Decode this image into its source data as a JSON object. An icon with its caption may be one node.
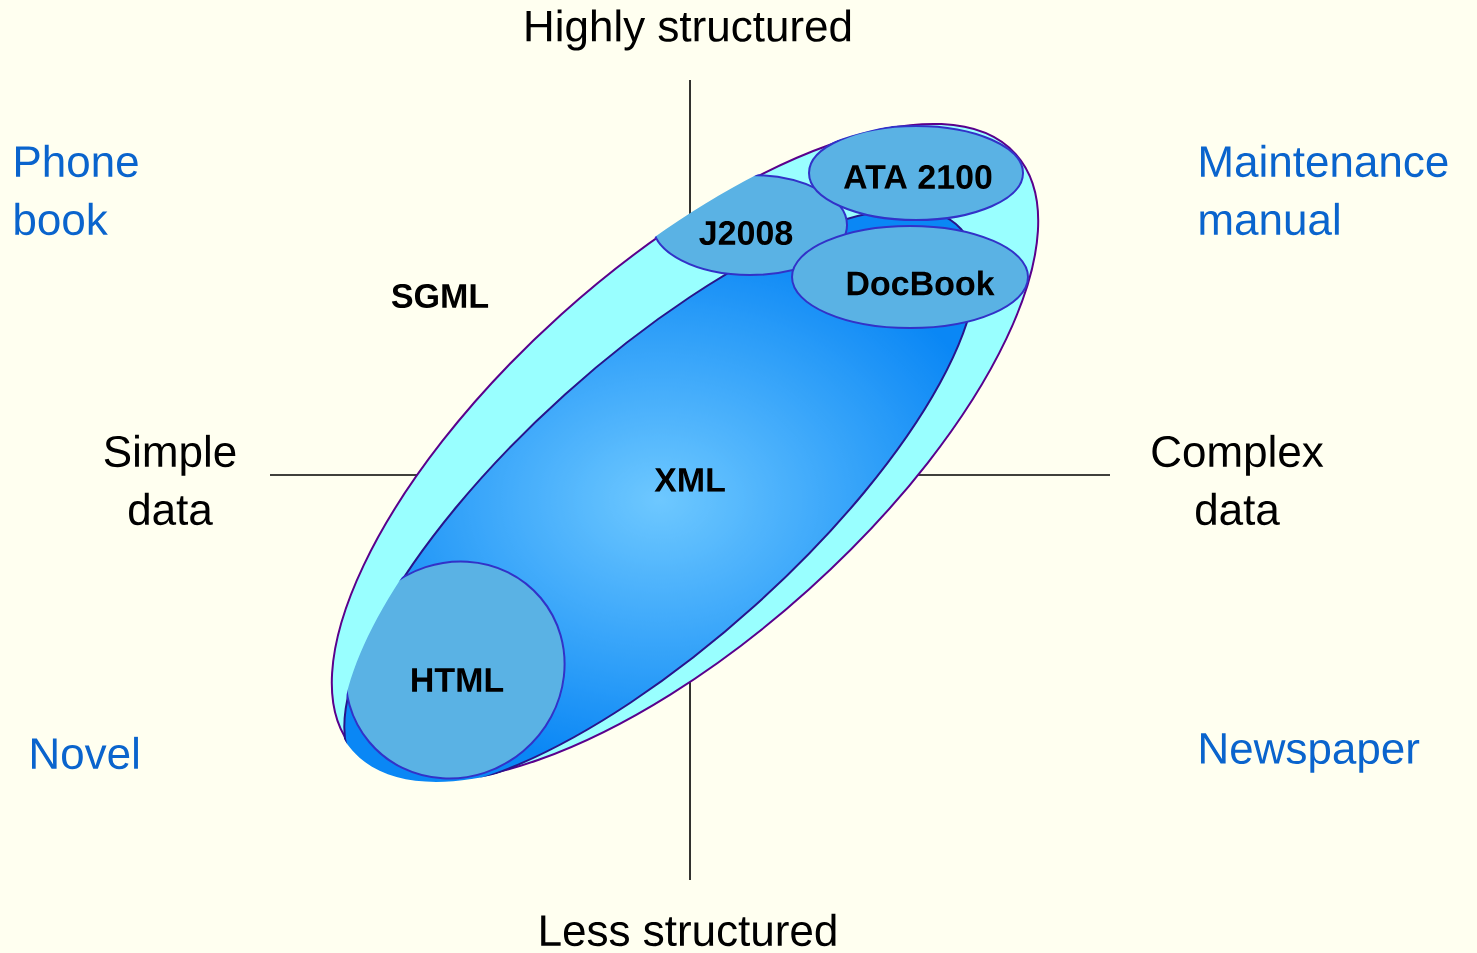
{
  "diagram": {
    "nodes": [
      {
        "text": [
          "SGML"
        ]
      },
      {
        "text": [
          "XML"
        ],
        "in": 0
      },
      {
        "text": [
          "HTML"
        ],
        "in": 1
      },
      {
        "text": [
          "J2008"
        ],
        "in": 0
      },
      {
        "text": [
          "ATA 2100"
        ],
        "in": 0
      },
      {
        "text": [
          "DocBook"
        ],
        "in": 0
      }
    ],
    "labels": [
      "Highly structured",
      "Phone book",
      "Maintenance manual",
      "Simple data",
      "Complex data",
      "Novel",
      "Newspaper",
      "Less structured"
    ]
  }
}
